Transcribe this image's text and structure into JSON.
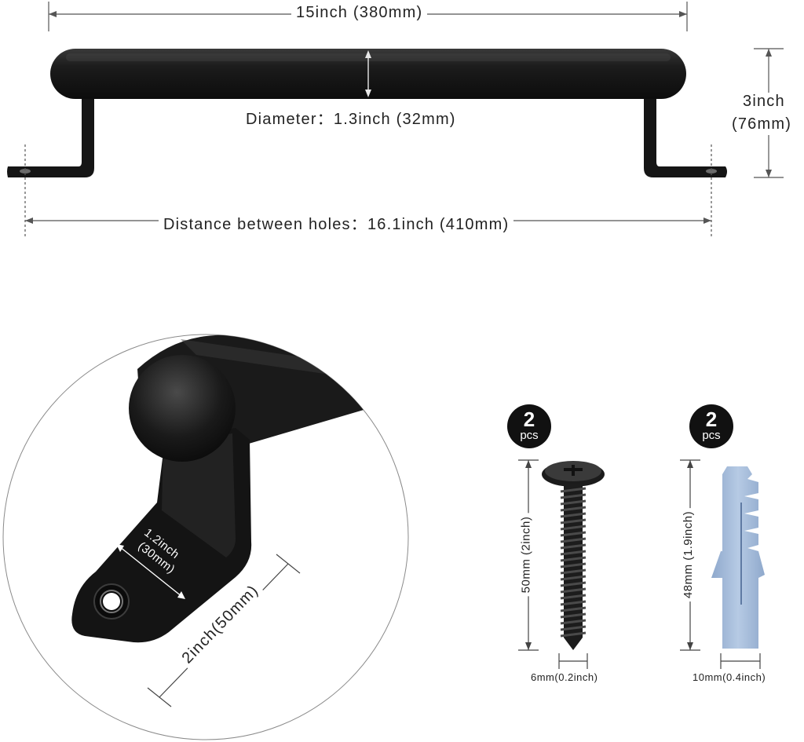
{
  "labels": {
    "length": "15inch (380mm)",
    "diameter": "Diameter：1.3inch (32mm)",
    "height_line1": "3inch",
    "height_line2": "(76mm)",
    "hole_distance": "Distance between holes：16.1inch (410mm)",
    "base_width_line1": "1.2inch",
    "base_width_line2": "(30mm)",
    "base_length": "2inch(50mm)",
    "screw_length": "50mm (2inch)",
    "screw_diameter": "6mm(0.2inch)",
    "anchor_length": "48mm (1.9inch)",
    "anchor_diameter": "10mm(0.4inch)"
  },
  "badges": {
    "screw": {
      "count": "2",
      "unit": "pcs"
    },
    "anchor": {
      "count": "2",
      "unit": "pcs"
    }
  },
  "colors": {
    "handle": "#161616",
    "anchor": "#a9bfdc",
    "line": "#555555"
  }
}
